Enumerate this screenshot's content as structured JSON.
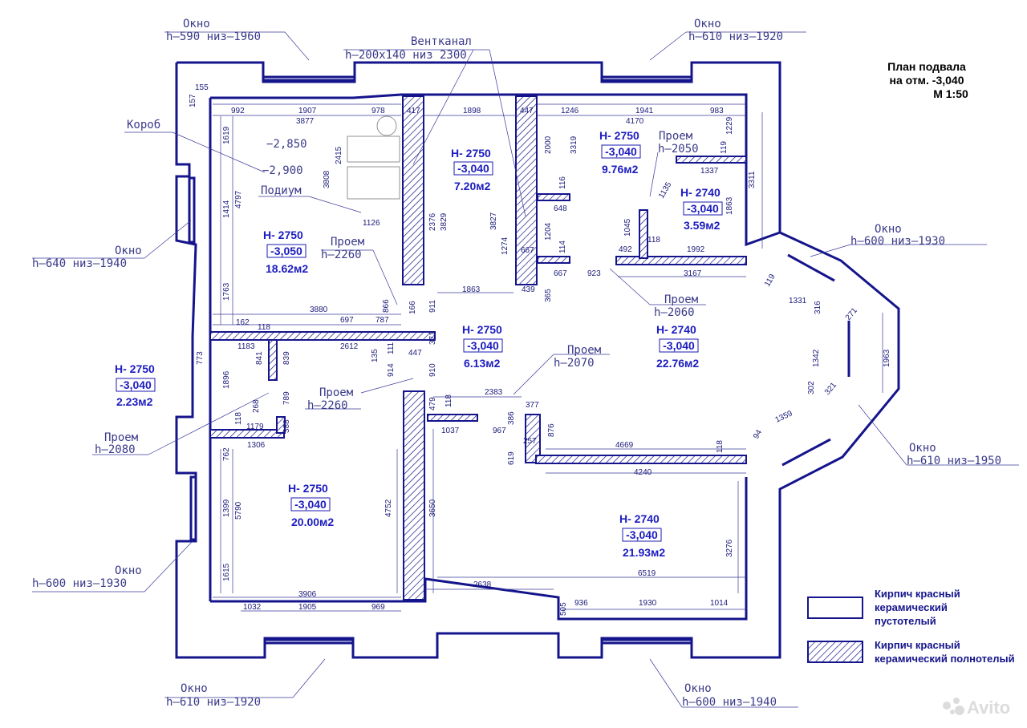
{
  "title": {
    "line1": "План подвала",
    "line2": "на отм. -3,040",
    "line3": "М 1:50"
  },
  "top_ann": {
    "vent": "Вентканал",
    "vent_h": "h—200x140  низ 2300",
    "win_tl": "Окно",
    "win_tl_h": "h—590  низ—1960",
    "win_tr": "Окно",
    "win_tr_h": "h—610  низ—1920"
  },
  "left_ann": {
    "korob": "Короб",
    "podium": "Подиум",
    "win_l1": "Окно",
    "win_l1_h": "h—640  низ—1940",
    "win_l2": "Окно",
    "win_l2_h": "h—600  низ—1930",
    "proem_l": "Проем",
    "proem_l_h": "h—2080"
  },
  "right_ann": {
    "win_r1": "Окно",
    "win_r1_h": "h—600  низ—1930",
    "win_r2": "Окно",
    "win_r2_h": "h—610  низ—1950"
  },
  "bottom_ann": {
    "win_b1": "Окно",
    "win_b1_h": "h—610  низ—1920",
    "win_b2": "Окно",
    "win_b2_h": "h—600  низ—1940"
  },
  "inner_ann": {
    "elev1": "−2,850",
    "elev2": "−2,900",
    "proem1": "Проем",
    "proem1_h": "h—2050",
    "proem2": "Проем",
    "proem2_h": "h—2260",
    "proem3": "Проем",
    "proem3_h": "h—2060",
    "proem4": "Проем",
    "proem4_h": "h—2070",
    "proem5": "Проем",
    "proem5_h": "h—2260"
  },
  "rooms": [
    {
      "h": "Н- 2750",
      "mark": "-3,050",
      "area": "18.62м2"
    },
    {
      "h": "Н- 2750",
      "mark": "-3,040",
      "area": "7.20м2"
    },
    {
      "h": "Н- 2750",
      "mark": "-3,040",
      "area": "9.76м2"
    },
    {
      "h": "Н- 2740",
      "mark": "-3,040",
      "area": "3.59м2"
    },
    {
      "h": "Н- 2750",
      "mark": "-3,040",
      "area": "6.13м2"
    },
    {
      "h": "Н- 2740",
      "mark": "-3,040",
      "area": "22.76м2"
    },
    {
      "h": "Н- 2750",
      "mark": "-3,040",
      "area": "2.23м2"
    },
    {
      "h": "Н- 2750",
      "mark": "-3,040",
      "area": "20.00м2"
    },
    {
      "h": "Н- 2740",
      "mark": "-3,040",
      "area": "21.93м2"
    }
  ],
  "legend": {
    "hollow_l1": "Кирпич красный",
    "hollow_l2": "керамический",
    "hollow_l3": "пустотелый",
    "solid_l1": "Кирпич красный",
    "solid_l2": "керамический полнотелый"
  },
  "dims": {
    "d155": "155",
    "d157": "157",
    "d992": "992",
    "d1907": "1907",
    "d978": "978",
    "d417": "417",
    "d1898": "1898",
    "d447a": "447",
    "d1246": "1246",
    "d1941": "1941",
    "d983": "983",
    "d3877": "3877",
    "d4170": "4170",
    "d1619": "1619",
    "d4797": "4797",
    "d1414": "1414",
    "d3808": "3808",
    "d2415": "2415",
    "d1126": "1126",
    "d2376": "2376",
    "d3829": "3829",
    "d2000": "2000",
    "d3319": "3319",
    "d3827": "3827",
    "d1229": "1229",
    "d119": "119",
    "d1337": "1337",
    "d1135": "1135",
    "d3311": "3311",
    "d1863a": "1863",
    "d1045": "1045",
    "d116": "116",
    "d648": "648",
    "d1204": "1204",
    "d1274": "1274",
    "d667a": "667",
    "d114": "114",
    "d492": "492",
    "d118a": "118",
    "d1992": "1992",
    "d667b": "667",
    "d923": "923",
    "d3167": "3167",
    "d1763": "1763",
    "d1863b": "1863",
    "d439": "439",
    "d365": "365",
    "d3880": "3880",
    "d866": "866",
    "d166": "166",
    "d911": "911",
    "d162": "162",
    "d118b": "118",
    "d697": "697",
    "d787": "787",
    "d1183": "1183",
    "d2612": "2612",
    "d135": "135",
    "d111": "111",
    "d447b": "447",
    "d371": "371",
    "d773": "773",
    "d841": "841",
    "d839": "839",
    "d914": "914",
    "d910": "910",
    "d1896": "1896",
    "d789": "789",
    "d268": "268",
    "d118c": "118",
    "d1179": "1179",
    "d388": "388",
    "d1306": "1306",
    "d2383": "2383",
    "d377": "377",
    "d479": "479",
    "d118d": "118",
    "d386": "386",
    "d1037": "1037",
    "d967": "967",
    "d876": "876",
    "d257": "257",
    "d619": "619",
    "d4669": "4669",
    "d118e": "118",
    "d762": "762",
    "d4240": "4240",
    "d1399": "1399",
    "d5790": "5790",
    "d4752": "4752",
    "d3650": "3650",
    "d3276": "3276",
    "d6519": "6519",
    "d1615": "1615",
    "d2638": "2638",
    "d3906": "3906",
    "d1032": "1032",
    "d1905": "1905",
    "d969": "969",
    "d505": "505",
    "d936": "936",
    "d1930": "1930",
    "d1014": "1014",
    "d119r": "119",
    "d1331": "1331",
    "d316": "316",
    "d271": "271",
    "d1342": "1342",
    "d1963": "1963",
    "d302": "302",
    "d321": "321",
    "d1359": "1359",
    "d94": "94"
  },
  "logo": "Avito",
  "colors": {
    "wall": "#14148c",
    "room_text": "#1c1cc0"
  }
}
